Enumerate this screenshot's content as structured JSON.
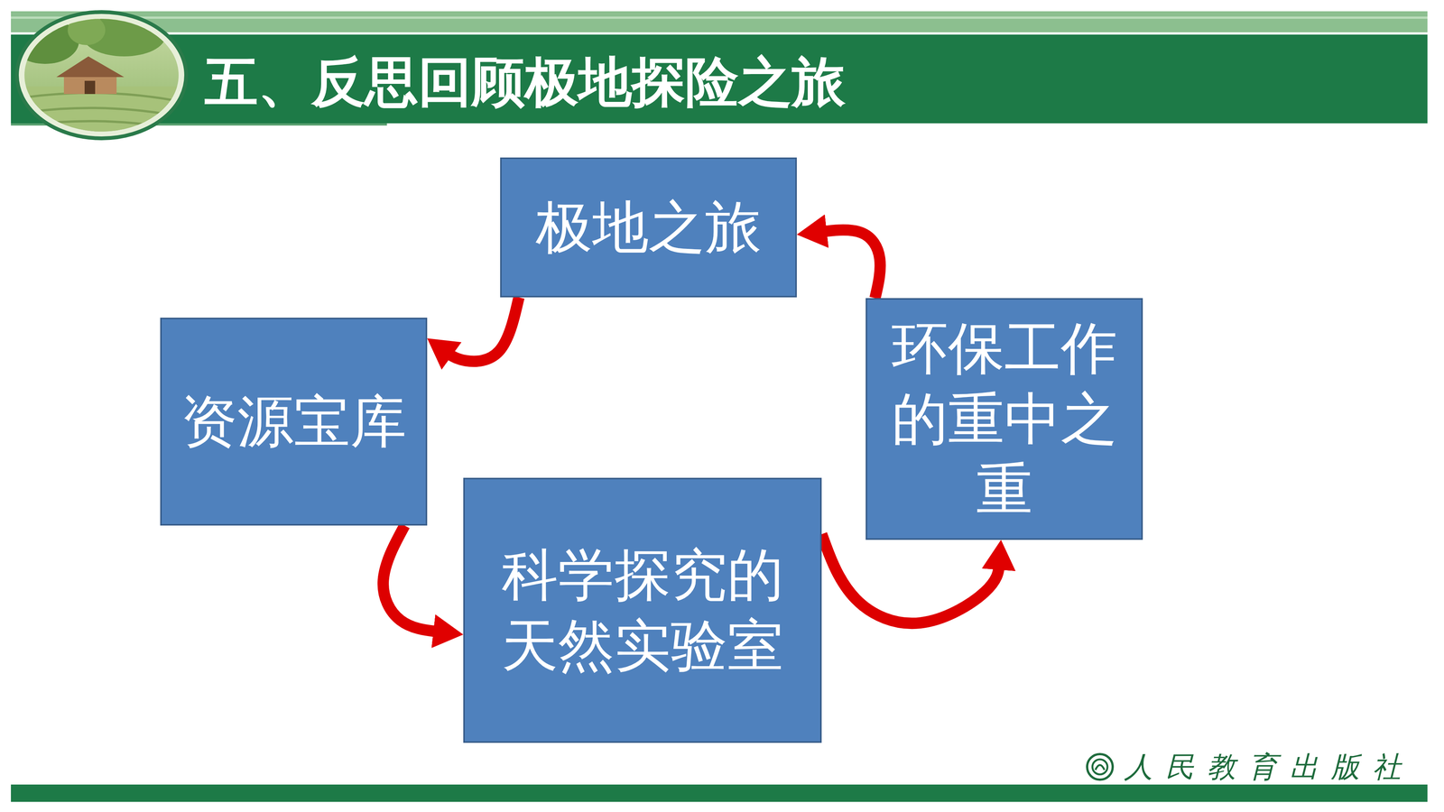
{
  "diagram": {
    "title": "五、反思回顾极地探险之旅",
    "nodes": [
      {
        "text": [
          "极地之旅"
        ]
      },
      {
        "text": [
          "资源宝库"
        ]
      },
      {
        "text": [
          "科学探究的天然实验室"
        ]
      },
      {
        "text": [
          "环保工作的重中之重"
        ]
      }
    ],
    "edges": [
      {
        "from": 0,
        "to": 1,
        "arrow": "to"
      },
      {
        "from": 1,
        "to": 2,
        "arrow": "to"
      },
      {
        "from": 2,
        "to": 3,
        "arrow": "to"
      },
      {
        "from": 3,
        "to": 0,
        "arrow": "to"
      }
    ],
    "labels": [
      "人民教育出版社"
    ]
  }
}
